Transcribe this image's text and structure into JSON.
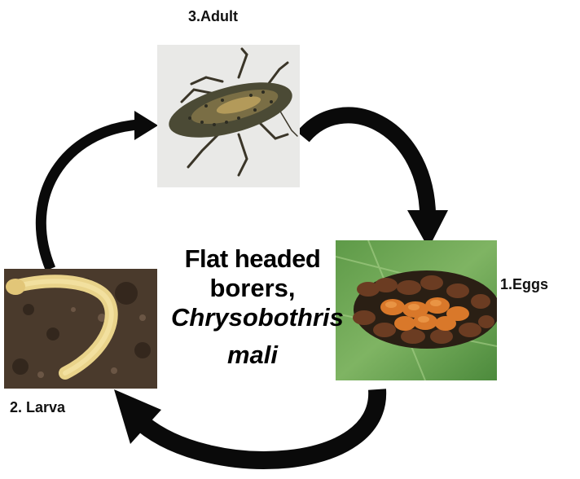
{
  "stages": {
    "adult": "3.Adult",
    "eggs": "1.Eggs",
    "larva": "2. Larva"
  },
  "center": {
    "line1": "Flat headed",
    "line2": "borers,",
    "line3": "Chrysobothris",
    "line4": "mali"
  },
  "colors": {
    "arrow": "#0a0a0a",
    "text": "#000000"
  }
}
